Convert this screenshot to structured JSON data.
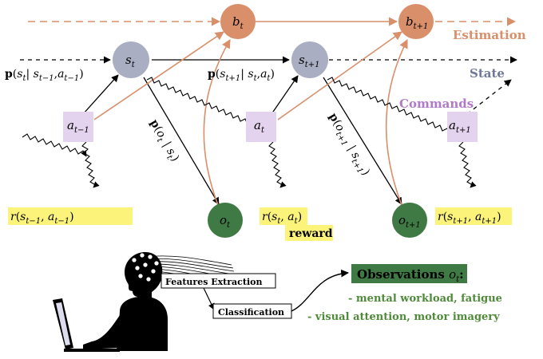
{
  "colors": {
    "estimation": "#d98f6a",
    "state_node": "#a9aec2",
    "state_label": "#6f7a9a",
    "command_fill": "#e4d3ee",
    "command_label": "#b07ac9",
    "observation_node": "#3f7a44",
    "observation_text": "#4f8a3a",
    "reward_highlight": "#fbf37a",
    "obs_box": "#3f7a44"
  },
  "lanes": {
    "estimation": "Estimation",
    "state": "State",
    "commands": "Commands"
  },
  "nodes": {
    "b_t": {
      "base": "b",
      "sub": "t"
    },
    "b_t1": {
      "base": "b",
      "sub": "t+1"
    },
    "s_t": {
      "base": "s",
      "sub": "t"
    },
    "s_t1": {
      "base": "s",
      "sub": "t+1"
    },
    "a_tm1": {
      "base": "a",
      "sub": "t−1"
    },
    "a_t": {
      "base": "a",
      "sub": "t"
    },
    "a_t1": {
      "base": "a",
      "sub": "t+1"
    },
    "o_t": {
      "base": "o",
      "sub": "t"
    },
    "o_t1": {
      "base": "o",
      "sub": "t+1"
    }
  },
  "formulas": {
    "trans_prev": {
      "p": "p",
      "arg": "s",
      "argsub": "t",
      "given": "s",
      "givensub": "t−1",
      "sep": ",",
      "given2": "a",
      "given2sub": "t−1"
    },
    "trans_t": {
      "p": "p",
      "arg": "s",
      "argsub": "t+1",
      "given": "s",
      "givensub": "t",
      "sep": ",",
      "given2": "a",
      "given2sub": "t"
    },
    "obs_t": {
      "p": "p",
      "arg": "o",
      "argsub": "t",
      "given": "s",
      "givensub": "t"
    },
    "obs_t1": {
      "p": "p",
      "arg": "o",
      "argsub": "t+1",
      "given": "s",
      "givensub": "t+1"
    }
  },
  "rewards": {
    "r_tm1": {
      "r": "r",
      "s": "s",
      "ssub": "t−1",
      "a": "a",
      "asub": "t−1"
    },
    "r_t": {
      "r": "r",
      "s": "s",
      "ssub": "t",
      "a": "a",
      "asub": "t"
    },
    "r_t1": {
      "r": "r",
      "s": "s",
      "ssub": "t+1",
      "a": "a",
      "asub": "t+1"
    },
    "reward_label": "reward"
  },
  "pipeline": {
    "features": "Features Extraction",
    "classification": "Classification",
    "observations_label": "Observations",
    "observations_var": "o",
    "observations_sub": "t",
    "observations_colon": ":",
    "item1": "- mental workload, fatigue",
    "item2": "- visual attention, motor imagery"
  }
}
